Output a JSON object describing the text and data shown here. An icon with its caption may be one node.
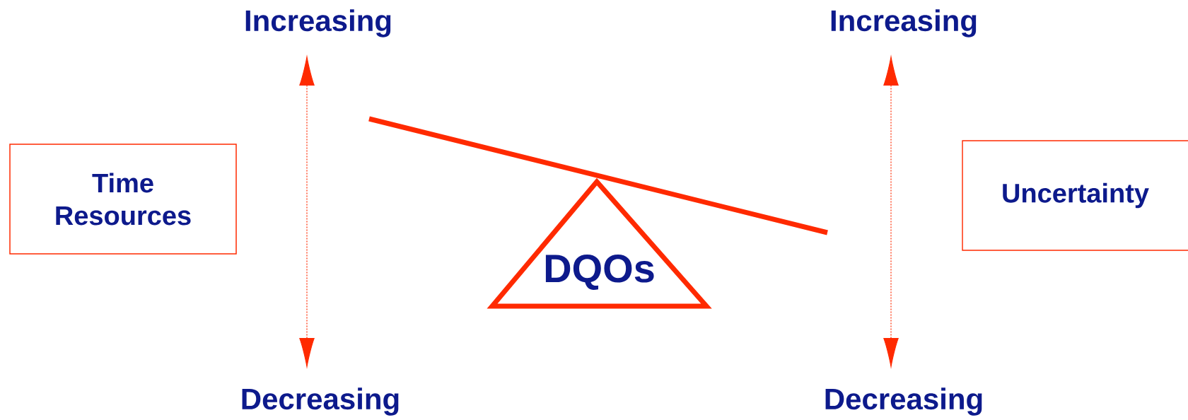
{
  "diagram": {
    "nodes": [
      {
        "text": [
          "Time Resources"
        ]
      },
      {
        "text": [
          "DQOs"
        ]
      },
      {
        "text": [
          "Uncertainty"
        ]
      }
    ],
    "labels": [
      "Increasing",
      "Increasing",
      "Decreasing",
      "Decreasing"
    ]
  }
}
